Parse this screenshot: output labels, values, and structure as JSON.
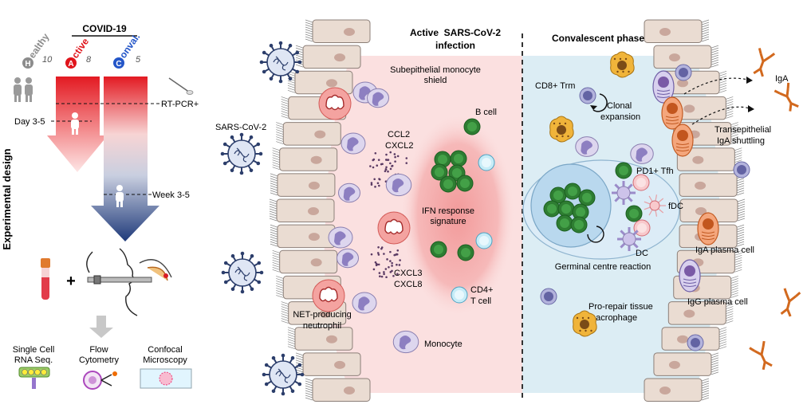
{
  "left_panel": {
    "side_title": "Experimental design",
    "covid_header": "COVID-19",
    "groups": [
      {
        "letter": "H",
        "name": "ealthy",
        "count": "10",
        "color": "#8c8c8c"
      },
      {
        "letter": "A",
        "name": "ctive",
        "count": "8",
        "color": "#e0141b"
      },
      {
        "letter": "C",
        "name": "onval.",
        "count": "5",
        "color": "#2456c8"
      }
    ],
    "rtpcr_label": "RT-PCR+",
    "day_label": "Day 3-5",
    "week_label": "Week 3-5",
    "plus_sign": "+",
    "methods": [
      {
        "line1": "Single Cell",
        "line2": "RNA Seq."
      },
      {
        "line1": "Flow",
        "line2": "Cytometry"
      },
      {
        "line1": "Confocal",
        "line2": "Microscopy"
      }
    ]
  },
  "middle_panel": {
    "title_line1": "Active  SARS-CoV-2",
    "title_line2": "infection",
    "virus_label": "SARS-CoV-2",
    "shield_line1": "Subepithelial monocyte",
    "shield_line2": "shield",
    "chemokines_top": [
      "CCL2",
      "CXCL2"
    ],
    "chemokines_bottom": [
      "CXCL3",
      "CXCL8"
    ],
    "ifn_line1": "IFN response",
    "ifn_line2": "signature",
    "b_cell": "B cell",
    "cd4_line1": "CD4+",
    "cd4_line2": "T cell",
    "net_line1": "NET-producing",
    "net_line2": "neutrophil",
    "monocyte": "Monocyte"
  },
  "right_panel": {
    "title": "Convalescent phase",
    "trm": "CD8+ Trm",
    "clonal_line1": "Clonal",
    "clonal_line2": "expansion",
    "pd1": "PD1+ Tfh",
    "fdc": "fDC",
    "dc": "DC",
    "gc": "Germinal centre reaction",
    "iga_plasma": "IgA plasma cell",
    "igg_plasma": "IgG plasma cell",
    "prorepair_line1": "Pro-repair tissue",
    "prorepair_line2": "macrophage",
    "transepi_line1": "Transepithelial",
    "transepi_line2": "IgA shuttling",
    "iga": "IgA"
  },
  "colors": {
    "active_red": "#e0141b",
    "conval_blue": "#1f3a7a",
    "tissue_pink": "#fbe0e0",
    "tissue_blue": "#dcedf4",
    "epithelium": "#eadcd2"
  }
}
